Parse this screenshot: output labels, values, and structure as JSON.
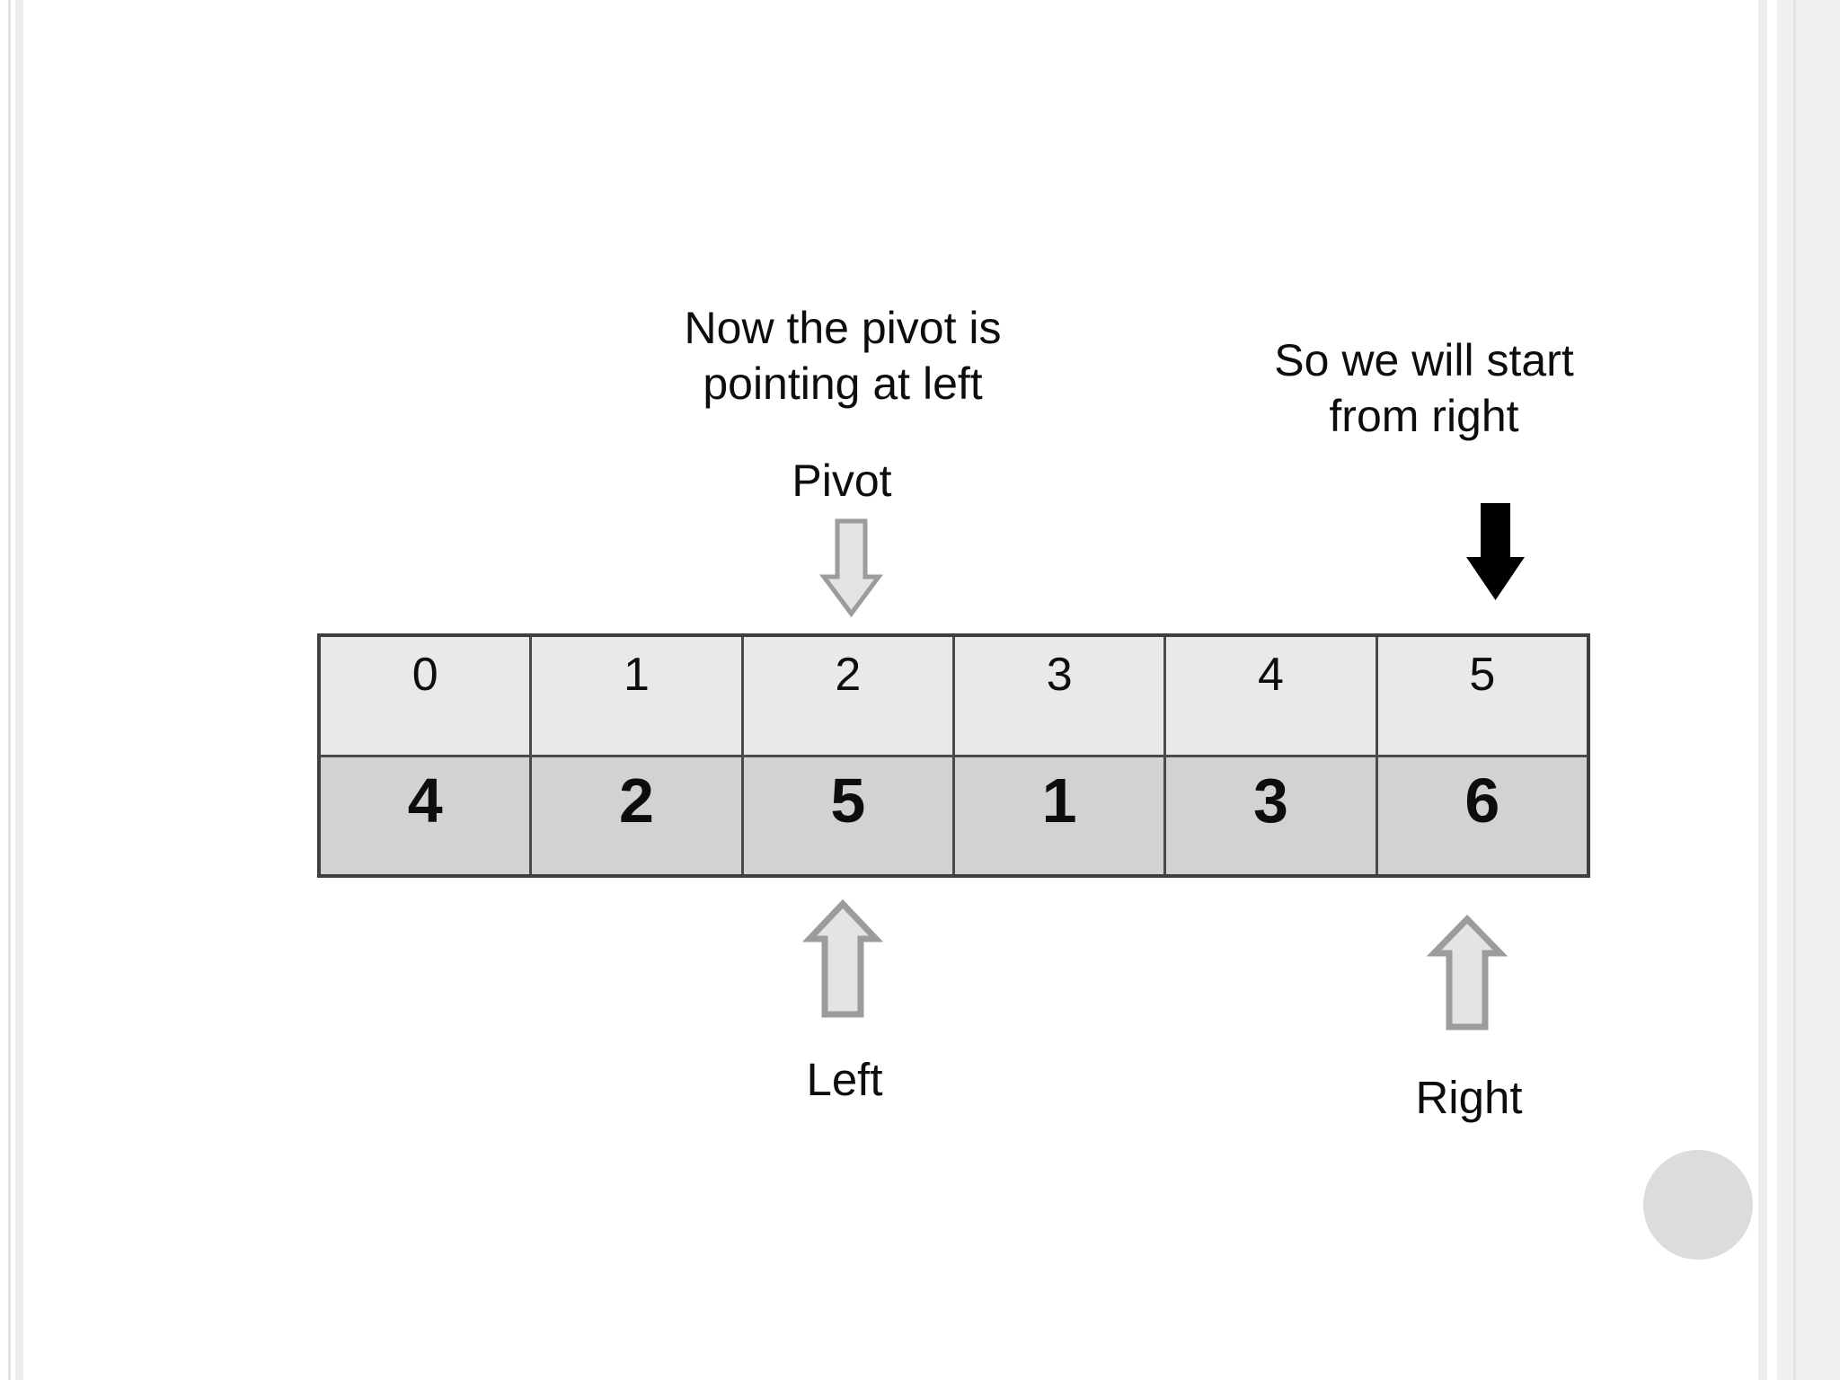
{
  "slide": {
    "annotations": {
      "pivot_note_line1": "Now the pivot is",
      "pivot_note_line2": "pointing at left",
      "right_note_line1": "So we will start",
      "right_note_line2": "from right"
    },
    "labels": {
      "pivot": "Pivot",
      "left": "Left",
      "right": "Right"
    },
    "array_table": {
      "indices": [
        "0",
        "1",
        "2",
        "3",
        "4",
        "5"
      ],
      "values": [
        "4",
        "2",
        "5",
        "1",
        "3",
        "6"
      ]
    },
    "pointers": {
      "pivot_at_index": "2",
      "left_at_index": "2",
      "right_at_index": "5"
    },
    "colors": {
      "index_row_bg": "#e9e9e9",
      "value_row_bg": "#d2d2d2",
      "table_border": "#4a4a4a",
      "gray_arrow_fill": "#e4e4e4",
      "gray_arrow_stroke": "#9c9c9c",
      "black_arrow_fill": "#000000",
      "presenter_circle": "#dcdcdc",
      "edge_stripe_light": "#efefef",
      "edge_stripe_mid": "#ededed",
      "edge_line": "#e2e2e2"
    }
  }
}
